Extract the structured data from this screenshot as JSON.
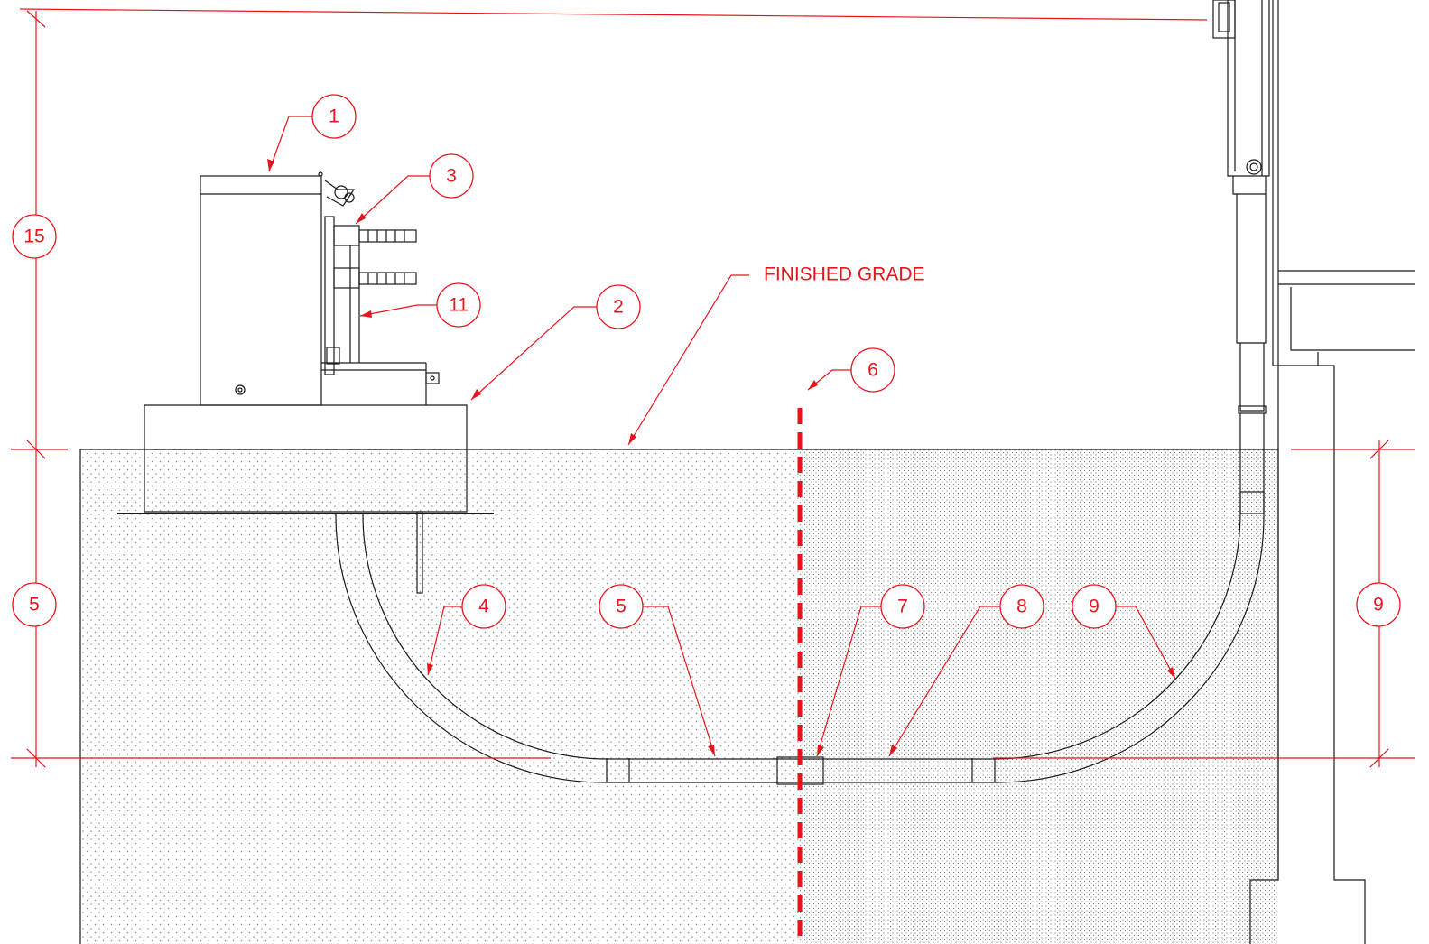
{
  "labels": {
    "finished_grade": "FINISHED GRADE"
  },
  "callouts": {
    "c1": "1",
    "c2": "2",
    "c3": "3",
    "c4": "4",
    "c5": "5",
    "c6": "6",
    "c7": "7",
    "c8": "8",
    "c9": "9",
    "c11": "11"
  },
  "dimensions": {
    "d15": "15",
    "d5": "5",
    "d9": "9"
  },
  "colors": {
    "annotation_red": "#e8141c",
    "linework": "#1a1a1a",
    "soil_dots": "#8a8a8a"
  }
}
